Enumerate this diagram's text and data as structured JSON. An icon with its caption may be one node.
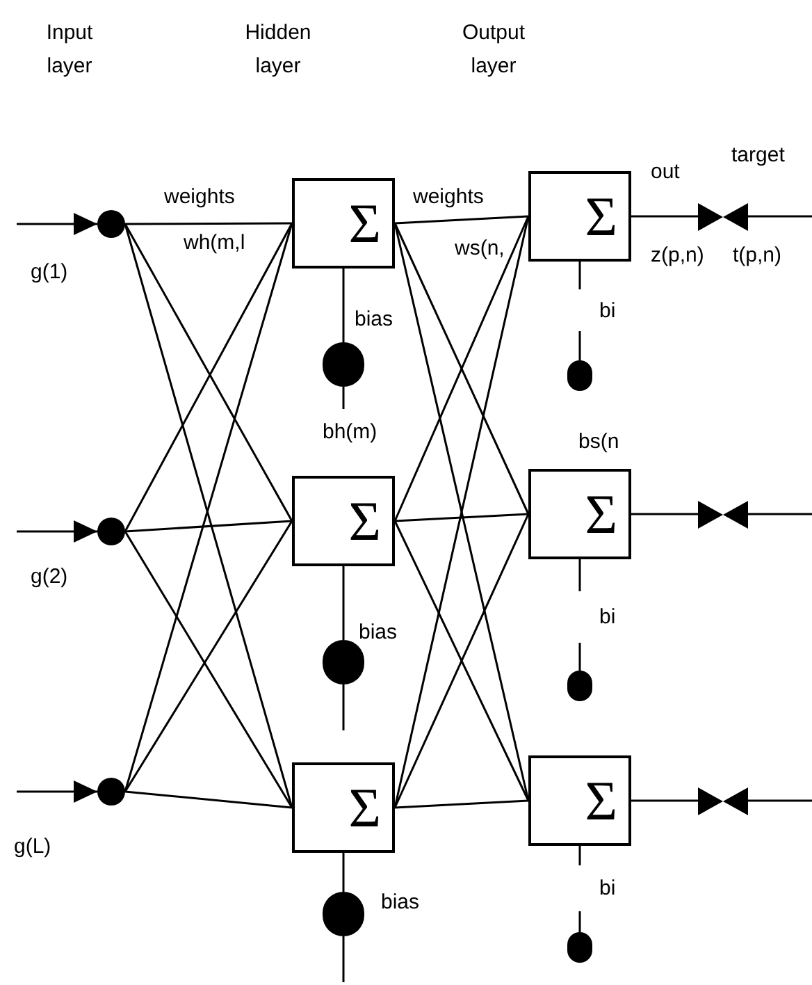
{
  "diagram": {
    "nodes": [
      {
        "text": [],
        "shape": "circle"
      },
      {
        "text": [],
        "shape": "circle"
      },
      {
        "text": [],
        "shape": "circle"
      },
      {
        "text": [
          "Σ"
        ]
      },
      {
        "text": [
          "Σ"
        ]
      },
      {
        "text": [
          "Σ"
        ]
      },
      {
        "text": [
          "Σ"
        ]
      },
      {
        "text": [
          "Σ"
        ]
      },
      {
        "text": [
          "Σ"
        ]
      },
      {
        "text": [],
        "shape": "circle"
      },
      {
        "text": [],
        "shape": "circle"
      },
      {
        "text": [],
        "shape": "circle"
      },
      {
        "text": [],
        "shape": "circle"
      },
      {
        "text": [],
        "shape": "circle"
      },
      {
        "text": [],
        "shape": "circle"
      },
      {
        "text": [],
        "shape": "bowtie"
      },
      {
        "text": [],
        "shape": "bowtie"
      },
      {
        "text": [],
        "shape": "bowtie"
      }
    ],
    "edges": [
      {
        "from": null,
        "to": 0,
        "arrow": "to"
      },
      {
        "from": null,
        "to": 1,
        "arrow": "to"
      },
      {
        "from": null,
        "to": 2,
        "arrow": "to"
      },
      {
        "from": 0,
        "to": 3,
        "arrow": "none"
      },
      {
        "from": 0,
        "to": 4,
        "arrow": "none"
      },
      {
        "from": 0,
        "to": 5,
        "arrow": "none"
      },
      {
        "from": 1,
        "to": 3,
        "arrow": "none"
      },
      {
        "from": 1,
        "to": 4,
        "arrow": "none"
      },
      {
        "from": 1,
        "to": 5,
        "arrow": "none"
      },
      {
        "from": 2,
        "to": 3,
        "arrow": "none"
      },
      {
        "from": 2,
        "to": 4,
        "arrow": "none"
      },
      {
        "from": 2,
        "to": 5,
        "arrow": "none"
      },
      {
        "from": 3,
        "to": 6,
        "arrow": "none"
      },
      {
        "from": 3,
        "to": 7,
        "arrow": "none"
      },
      {
        "from": 3,
        "to": 8,
        "arrow": "none"
      },
      {
        "from": 4,
        "to": 6,
        "arrow": "none"
      },
      {
        "from": 4,
        "to": 7,
        "arrow": "none"
      },
      {
        "from": 4,
        "to": 8,
        "arrow": "none"
      },
      {
        "from": 5,
        "to": 6,
        "arrow": "none"
      },
      {
        "from": 5,
        "to": 7,
        "arrow": "none"
      },
      {
        "from": 5,
        "to": 8,
        "arrow": "none"
      },
      {
        "from": 3,
        "to": 9,
        "arrow": "none"
      },
      {
        "from": 4,
        "to": 10,
        "arrow": "none"
      },
      {
        "from": 5,
        "to": 11,
        "arrow": "none"
      },
      {
        "from": 9,
        "to": null,
        "arrow": "none"
      },
      {
        "from": 10,
        "to": null,
        "arrow": "none"
      },
      {
        "from": 11,
        "to": null,
        "arrow": "none"
      },
      {
        "from": 6,
        "to": 12,
        "arrow": "none",
        "label": "bi"
      },
      {
        "from": 7,
        "to": 13,
        "arrow": "none",
        "label": "bi"
      },
      {
        "from": 8,
        "to": 14,
        "arrow": "none",
        "label": "bi"
      },
      {
        "from": 6,
        "to": 15,
        "arrow": "none"
      },
      {
        "from": 7,
        "to": 16,
        "arrow": "none"
      },
      {
        "from": 8,
        "to": 17,
        "arrow": "none"
      },
      {
        "from": null,
        "to": 15,
        "arrow": "none"
      },
      {
        "from": null,
        "to": 16,
        "arrow": "none"
      },
      {
        "from": null,
        "to": 17,
        "arrow": "none"
      }
    ],
    "labels": [
      "Input layer",
      "Hidden layer",
      "Output layer",
      "target",
      "weights",
      "out",
      "weights",
      "g(1)",
      "wh(m,l",
      "ws(n,",
      "z(p,n)",
      "t(p,n)",
      "bias",
      "bh(m)",
      "bs(n",
      "g(2)",
      "bias",
      "g(L)",
      "bias"
    ]
  }
}
